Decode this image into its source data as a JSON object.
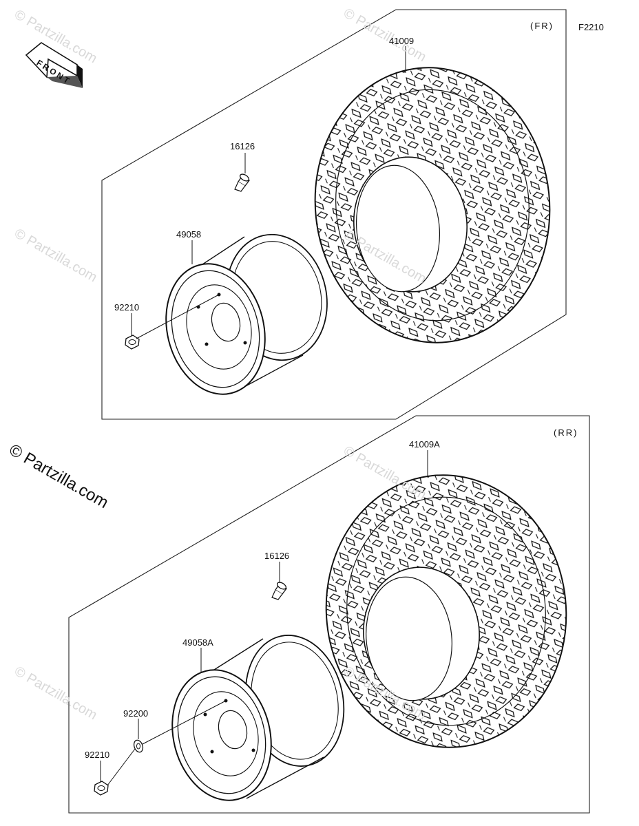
{
  "figure_code": "F2210",
  "watermark_text": "© Partzilla.com",
  "front_arrow_label": "FRONT",
  "front_section": {
    "tag": "(FR)",
    "parts": {
      "tire": "41009",
      "valve": "16126",
      "wheel": "49058",
      "nut": "92210"
    }
  },
  "rear_section": {
    "tag": "(RR)",
    "parts": {
      "tire": "41009A",
      "valve": "16126",
      "wheel": "49058A",
      "washer": "92200",
      "nut": "92210"
    }
  }
}
